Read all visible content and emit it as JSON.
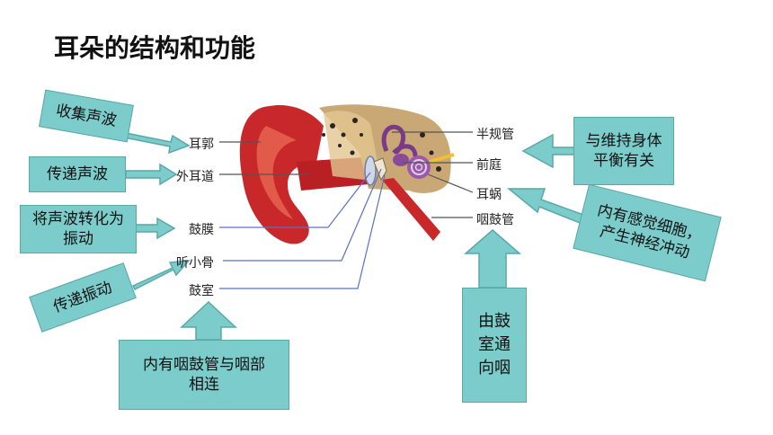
{
  "title": "耳朵的结构和功能",
  "labels": {
    "erguo": "耳郭",
    "waierdao": "外耳道",
    "gumo": "鼓膜",
    "tingxiaogu": "听小骨",
    "gushi": "鼓室",
    "banguiguan": "半规管",
    "qianting": "前庭",
    "erwo": "耳蜗",
    "yanguguan": "咽鼓管"
  },
  "callouts": {
    "shouji": "收集声波",
    "chuandi": "传递声波",
    "jiangshengbo": "将声波转化为振动",
    "chuandizhendong": "传递振动",
    "neiyou_yangu": "内有咽鼓管与咽部相连",
    "yougu": "由鼓室通向咽",
    "weichi": "与维持身体平衡有关",
    "ganjue": "内有感觉细胞，产生神经冲动"
  },
  "colors": {
    "box_fill": "#7ccccc",
    "box_border": "#5aa8a8",
    "ear_red": "#c8282a",
    "line_blue": "#5a70c8"
  }
}
